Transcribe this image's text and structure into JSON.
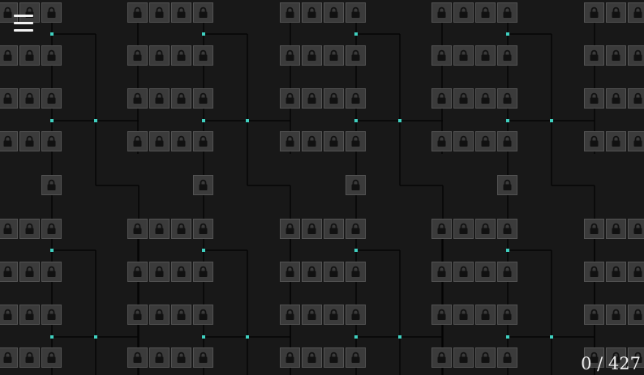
{
  "progress": {
    "current": "0",
    "separator": "/",
    "total": "427"
  },
  "menu": {
    "icon": "hamburger-menu-icon"
  },
  "tile": {
    "state": "locked",
    "icon": "padlock-icon"
  },
  "colors": {
    "background": "#181818",
    "tile_fill": "#3b3b3b",
    "tile_border": "#535353",
    "lock_icon": "#111111",
    "wire": "#050505",
    "node": "#3fd0c0",
    "text": "#eeeeee"
  }
}
